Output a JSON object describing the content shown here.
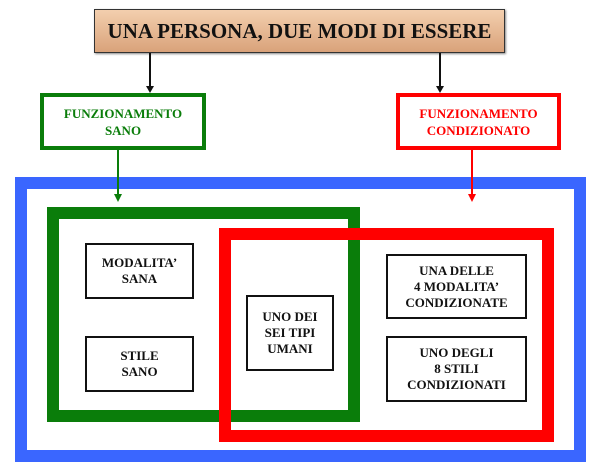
{
  "title": "UNA PERSONA, DUE MODI DI ESSERE",
  "healthy_heading": "FUNZIONAMENTO\nSANO",
  "conditioned_heading": "FUNZIONAMENTO\nCONDIZIONATO",
  "boxes": {
    "healthy_mode": "MODALITA’\nSANA",
    "healthy_style": "STILE\nSANO",
    "human_type": "UNO DEI\nSEI TIPI\nUMANI",
    "conditioned_modes": "UNA DELLE\n4   MODALITA’\nCONDIZIONATE",
    "conditioned_styles": "UNO DEGLI\n8 STILI\nCONDIZIONATI"
  },
  "colors": {
    "healthy": "#0a7d0a",
    "conditioned": "#ff0000",
    "container": "#3a66ff",
    "title_bg": "#e0b08a"
  }
}
